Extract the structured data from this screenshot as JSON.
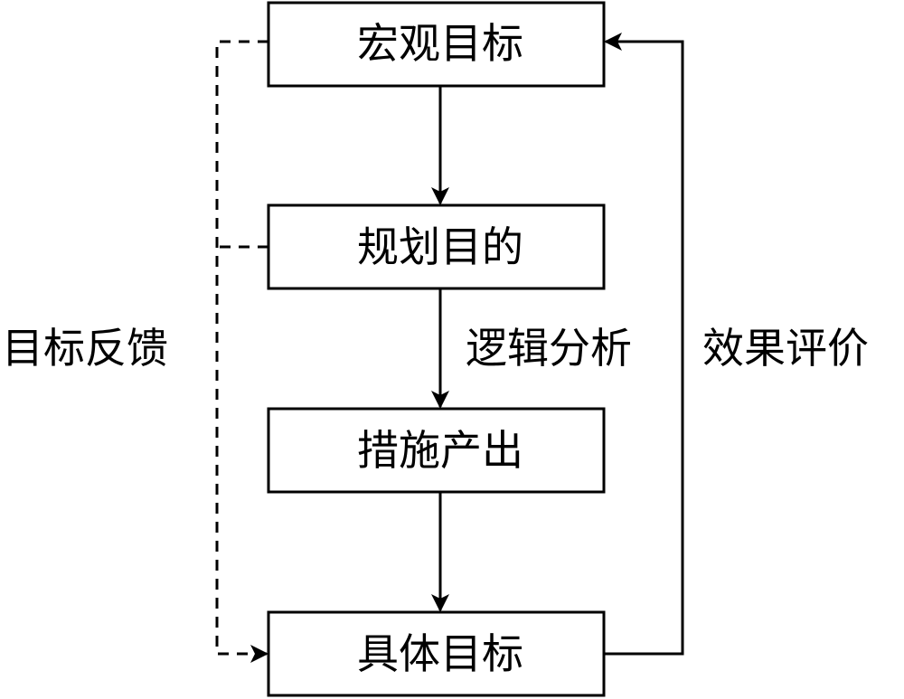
{
  "nodes": {
    "macro_goal": "宏观目标",
    "planning_purpose": "规划目的",
    "measure_output": "措施产出",
    "specific_goal": "具体目标"
  },
  "labels": {
    "goal_feedback": "目标反馈",
    "logic_analysis": "逻辑分析",
    "effect_evaluation": "效果评价"
  }
}
